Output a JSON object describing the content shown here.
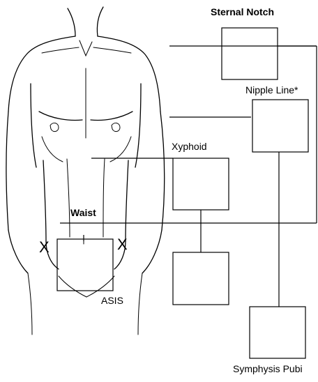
{
  "labels": {
    "sternal_notch": "Sternal Notch",
    "nipple_line": "Nipple Line*",
    "xyphoid": "Xyphoid",
    "waist": "Waist",
    "asis": "ASIS",
    "symphysis_pubi": "Symphysis Pubi",
    "x_left": "X",
    "x_right": "X"
  },
  "colors": {
    "stroke": "#000000",
    "background": "#ffffff"
  }
}
